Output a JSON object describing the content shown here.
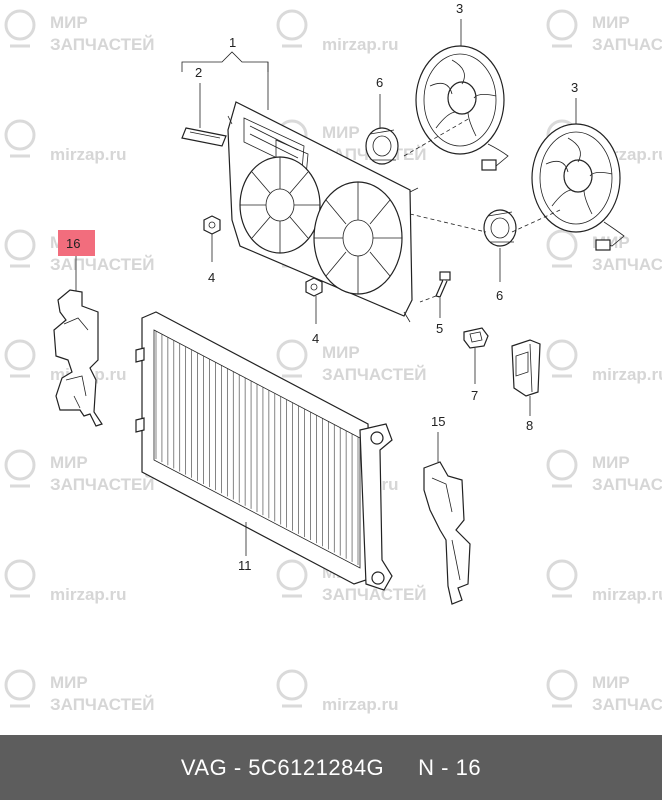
{
  "watermarks": [
    {
      "line1": "МИР",
      "line2": "ЗАПЧАСТЕЙ"
    },
    {
      "line1": "mirzap.ru",
      "line2": ""
    }
  ],
  "callouts": [
    "1",
    "2",
    "3",
    "3",
    "4",
    "4",
    "5",
    "6",
    "6",
    "7",
    "8",
    "11",
    "15",
    "16"
  ],
  "highlight_color": "#f26d7d",
  "footer": {
    "brand": "VAG",
    "part_number": "5C6121284G",
    "position": "N - 16"
  }
}
